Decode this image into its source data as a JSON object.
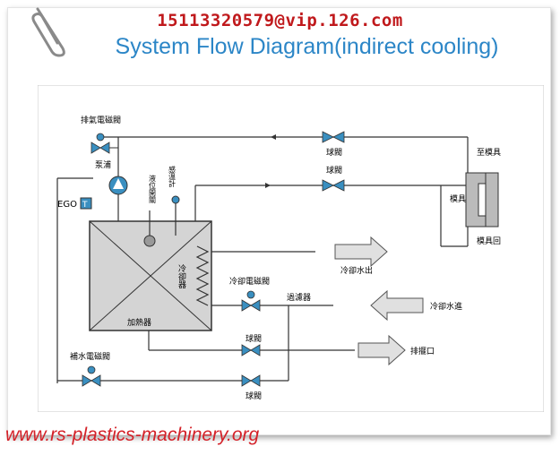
{
  "header": {
    "phone_email": "15113320579@vip.126.com",
    "title": "System Flow Diagram(indirect cooling)"
  },
  "footer": {
    "url": "www.rs-plastics-machinery.org"
  },
  "labels": {
    "exhaust_valve": "排氣電磁閥",
    "ball_valve_top": "球閥",
    "ball_valve_mid": "球閥",
    "to_mold": "至模具",
    "pump": "泵浦",
    "level_switch": "液位開關",
    "thermometer": "感溫計",
    "ego": "EGO",
    "t_box": "T",
    "mold": "模具",
    "mold_return": "模具回",
    "cooler": "冷卻器",
    "cooling_solenoid": "冷卻電磁閥",
    "cooling_water_out": "冷卻水出",
    "filter": "過濾器",
    "cooling_water_in": "冷卻水進",
    "heater": "加熱器",
    "ball_valve_lower": "球閥",
    "drain": "排擺口",
    "refill_solenoid": "補水電磁閥",
    "ball_valve_bottom": "球閥"
  },
  "colors": {
    "phone": "#c0191c",
    "title": "#2c86c7",
    "url": "#d42128",
    "valve": "#3a8fc0",
    "line": "#333333"
  }
}
